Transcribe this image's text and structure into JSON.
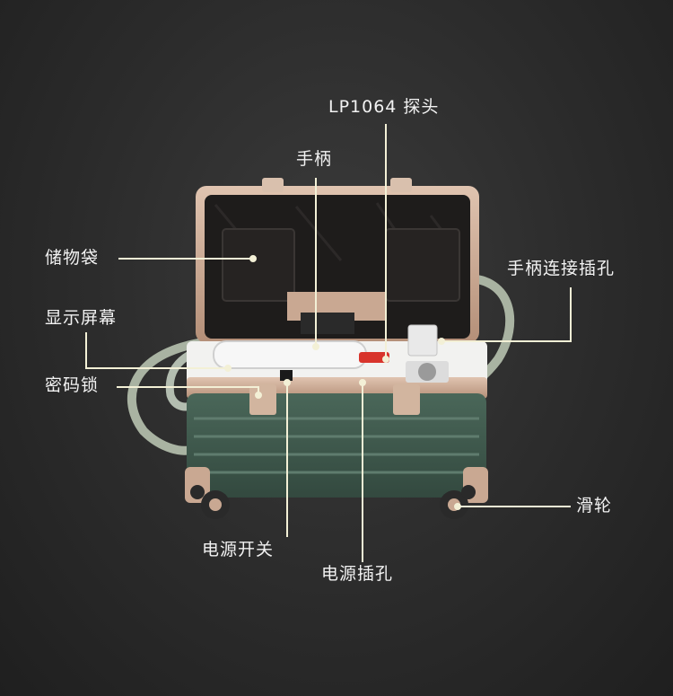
{
  "labels": {
    "probe": "LP1064 探头",
    "handle": "手柄",
    "storage_bag": "储物袋",
    "handle_socket": "手柄连接插孔",
    "display": "显示屏幕",
    "lock": "密码锁",
    "wheel": "滑轮",
    "power_switch": "电源开关",
    "power_socket": "电源插孔"
  },
  "colors": {
    "background": "#2b2b2b",
    "case_body": "#3f5a4e",
    "case_frame": "#c9a892",
    "case_lining": "#1e1c1b",
    "leader_line": "#f3f0d6",
    "label_text": "#f2f2f2",
    "probe_tip": "#d8342c"
  }
}
